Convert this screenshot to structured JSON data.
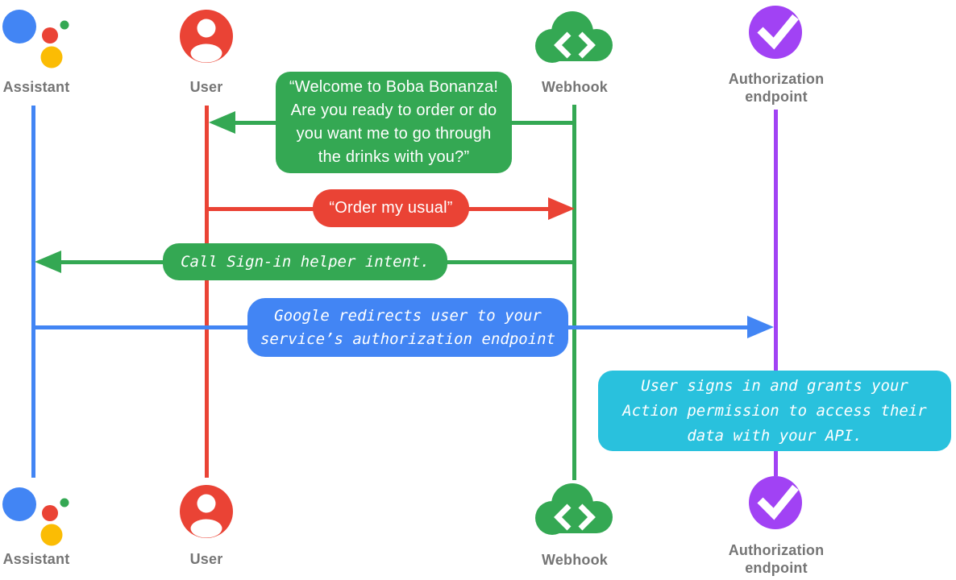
{
  "actors": {
    "assistant": {
      "label": "Assistant",
      "color": "#4285F4"
    },
    "user": {
      "label": "User",
      "color": "#EA4335"
    },
    "webhook": {
      "label": "Webhook",
      "color": "#34A853"
    },
    "auth": {
      "label_line1": "Authorization",
      "label_line2": "endpoint",
      "color": "#A142F4"
    }
  },
  "icon_colors": {
    "assistant_blue": "#4285F4",
    "assistant_red": "#EA4335",
    "assistant_green": "#34A853",
    "assistant_yellow": "#FBBC04",
    "user_red": "#EA4335",
    "webhook_green": "#34A853",
    "auth_purple": "#A142F4",
    "label_gray": "#757575"
  },
  "messages": {
    "welcome": {
      "from": "Webhook",
      "to": "User",
      "color": "#34A853",
      "direction": "left",
      "text": "“Welcome to Boba Bonanza! Are you ready to order or do you want me to go through the drinks with you?”",
      "lines": [
        "“Welcome to Boba Bonanza!",
        "Are you ready to order or do",
        "you want me to go through",
        "the drinks with you?”"
      ]
    },
    "order": {
      "from": "User",
      "to": "Webhook",
      "color": "#EA4335",
      "direction": "right",
      "text": "“Order my usual”"
    },
    "signin": {
      "from": "Webhook",
      "to": "Assistant",
      "color": "#34A853",
      "direction": "left",
      "text": "Call Sign-in helper intent."
    },
    "redirect": {
      "from": "Assistant",
      "to": "Authorization endpoint",
      "color": "#4285F4",
      "direction": "right",
      "text": "Google redirects user to your service’s authorization endpoint",
      "lines": [
        "Google redirects user to your",
        "service’s authorization endpoint"
      ]
    },
    "note": {
      "anchor": "Authorization endpoint",
      "color": "#29C1DD",
      "text": "User signs in and grants your Action permission to access their data with your API.",
      "lines": [
        "User signs in and grants your",
        "Action permission to access their",
        "data with your API."
      ]
    }
  }
}
